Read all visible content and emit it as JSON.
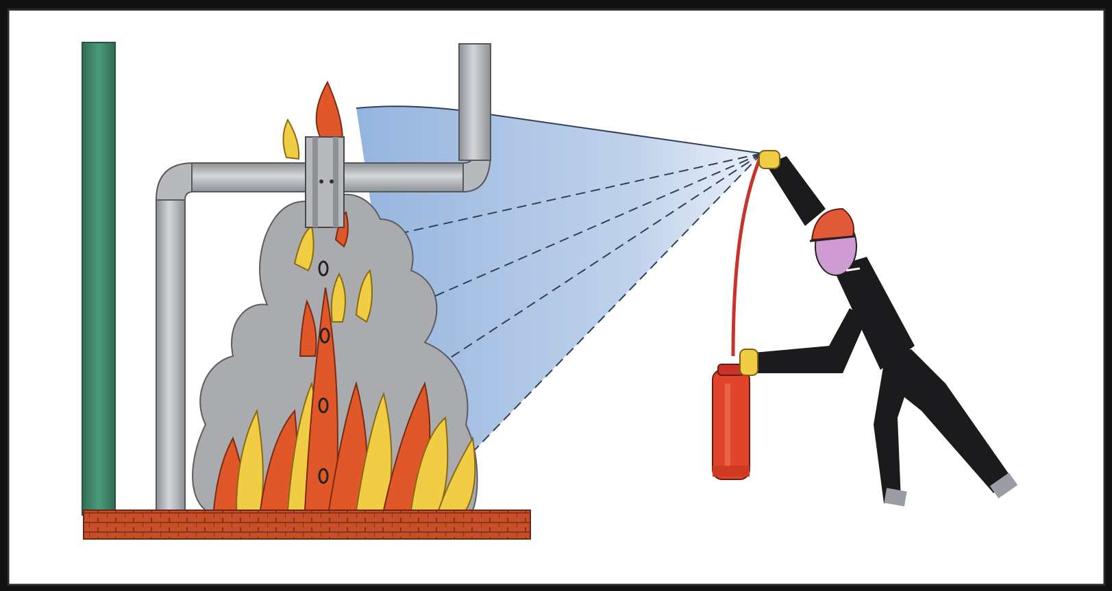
{
  "image": {
    "kind": "illustration",
    "colors": {
      "background": "#111111",
      "panel": "#ffffff",
      "pillar": "#3e8a6b",
      "pipe": "#b7b9bd",
      "smoke": "#a9abae",
      "flame_red": "#e0582a",
      "flame_yellow": "#f1cc45",
      "spray": "#b4c8e6",
      "suit": "#1b1b1e",
      "helmet": "#e05a38",
      "face": "#cf9bd3",
      "extinguisher": "#e0442a",
      "brick": "#c7502a"
    },
    "icons": [
      "green-pillar",
      "horizontal-pipe",
      "pipe-flange",
      "smoke-cloud",
      "fire-flames",
      "extinguisher-spray",
      "firefighter",
      "fire-extinguisher",
      "brick-floor"
    ]
  }
}
